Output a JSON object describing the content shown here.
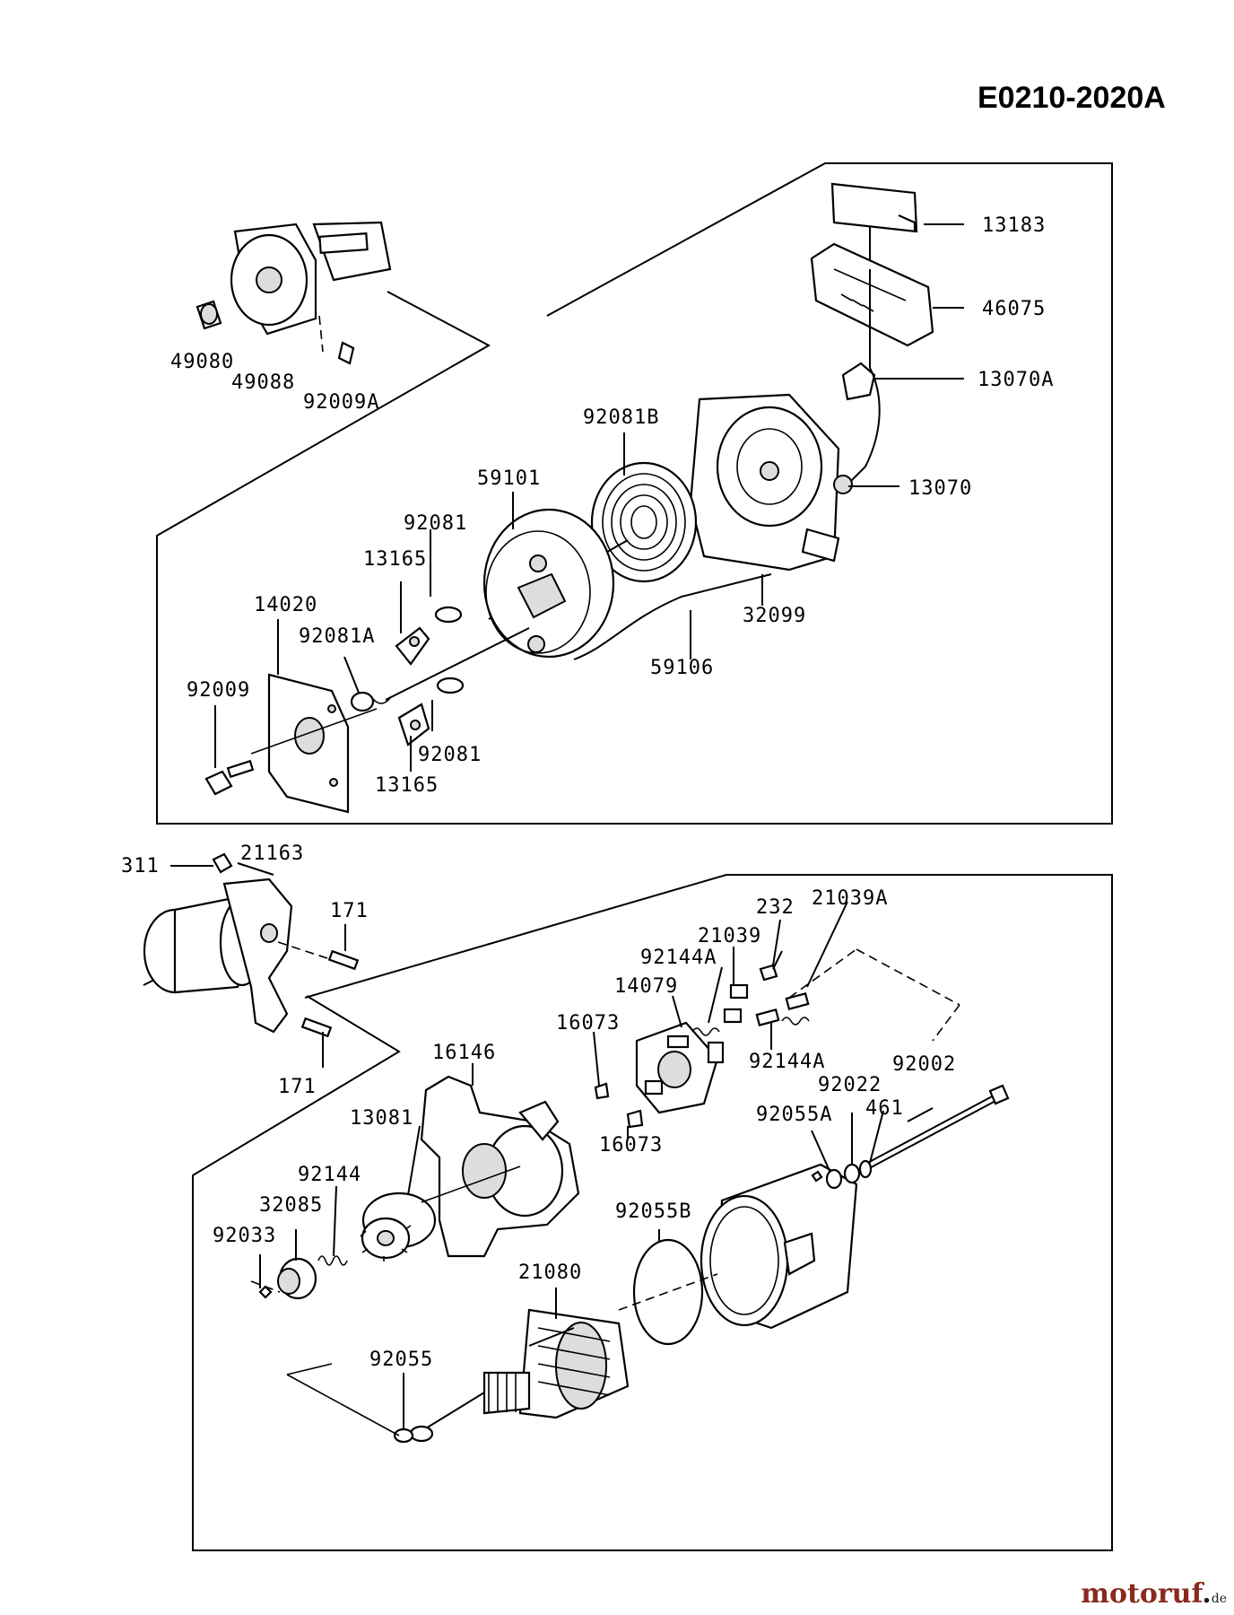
{
  "diagram_code": "E0210-2020A",
  "labels": {
    "l13183": "13183",
    "l46075": "46075",
    "l13070A": "13070A",
    "l13070": "13070",
    "l49080": "49080",
    "l49088": "49088",
    "l92009A": "92009A",
    "l92081B": "92081B",
    "l59101": "59101",
    "l92081a": "92081",
    "l13165a": "13165",
    "l14020": "14020",
    "l92081A": "92081A",
    "l92009": "92009",
    "l32099": "32099",
    "l59106": "59106",
    "l92081b": "92081",
    "l13165b": "13165",
    "l311": "311",
    "l21163": "21163",
    "l171a": "171",
    "l171b": "171",
    "l232": "232",
    "l21039A": "21039A",
    "l21039": "21039",
    "l92144A_a": "92144A",
    "l14079": "14079",
    "l16073a": "16073",
    "l92144A_b": "92144A",
    "l92002": "92002",
    "l16146": "16146",
    "l16073b": "16073",
    "l92022": "92022",
    "l92055A": "92055A",
    "l461": "461",
    "l13081": "13081",
    "l92144": "92144",
    "l32085": "32085",
    "l92033": "92033",
    "l92055B": "92055B",
    "l21080": "21080",
    "l92055": "92055"
  },
  "watermark": {
    "brand": "motoruf",
    "dot": ".",
    "tld": "de"
  }
}
